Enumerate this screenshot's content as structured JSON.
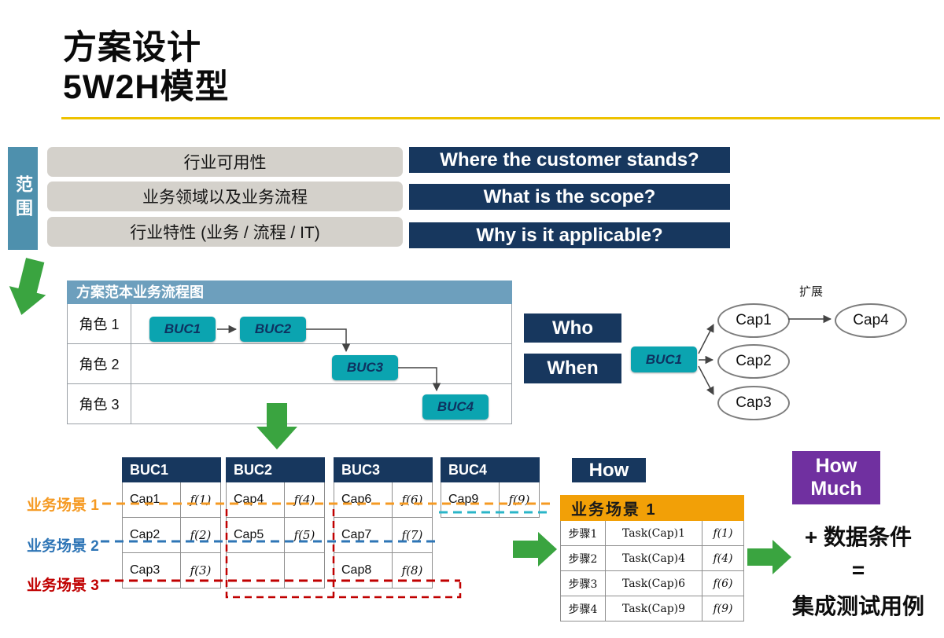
{
  "title": {
    "line1": "方案设计",
    "line2": "5W2H模型"
  },
  "scope": {
    "label": "范围",
    "rows": [
      "行业可用性",
      "业务领域以及业务流程",
      "行业特性 (业务 / 流程 / IT)"
    ]
  },
  "questions": [
    "Where the customer stands?",
    "What is the scope?",
    "Why is it applicable?"
  ],
  "flow": {
    "title": "方案范本业务流程图",
    "roles": [
      "角色 1",
      "角色 2",
      "角色 3"
    ],
    "bucs": [
      "BUC1",
      "BUC2",
      "BUC3",
      "BUC4"
    ]
  },
  "wwho": {
    "who": "Who",
    "when": "When",
    "buc": "BUC1",
    "caps": [
      "Cap1",
      "Cap2",
      "Cap3",
      "Cap4"
    ],
    "expand": "扩展"
  },
  "buc_tables": [
    {
      "header": "BUC1",
      "rows": [
        [
          "Cap1",
          "f(1)"
        ],
        [
          "Cap2",
          "f(2)"
        ],
        [
          "Cap3",
          "f(3)"
        ]
      ]
    },
    {
      "header": "BUC2",
      "rows": [
        [
          "Cap4",
          "f(4)"
        ],
        [
          "Cap5",
          "f(5)"
        ],
        [
          "",
          ""
        ]
      ]
    },
    {
      "header": "BUC3",
      "rows": [
        [
          "Cap6",
          "f(6)"
        ],
        [
          "Cap7",
          "f(7)"
        ],
        [
          "Cap8",
          "f(8)"
        ]
      ]
    },
    {
      "header": "BUC4",
      "rows": [
        [
          "Cap9",
          "f(9)"
        ]
      ]
    }
  ],
  "scenarios": [
    "业务场景 1",
    "业务场景 2",
    "业务场景 3"
  ],
  "how": {
    "label": "How",
    "table": {
      "header": "业务场景 1",
      "rows": [
        [
          "步骤1",
          "Task(Cap)1",
          "f(1)"
        ],
        [
          "步骤2",
          "Task(Cap)4",
          "f(4)"
        ],
        [
          "步骤3",
          "Task(Cap)6",
          "f(6)"
        ],
        [
          "步骤4",
          "Task(Cap)9",
          "f(9)"
        ]
      ]
    }
  },
  "how_much": {
    "line1": "How",
    "line2": "Much"
  },
  "result": {
    "plus": "+ 数据条件",
    "equals": "=",
    "outcome": "集成测试用例"
  },
  "colors": {
    "navy": "#17375e",
    "teal": "#0ba4b0",
    "steel_blue_header": "#6d9fbd",
    "scope_tab": "#4e90ad",
    "gray_row": "#d4d1cb",
    "green_arrow": "#3aa440",
    "yellow_rule": "#eec200",
    "orange_header": "#f2a007",
    "purple": "#7030a0",
    "scenario1": "#f59a23",
    "scenario2": "#2e75b6",
    "scenario3": "#c00000",
    "cyan_dash": "#2ab5c8"
  }
}
